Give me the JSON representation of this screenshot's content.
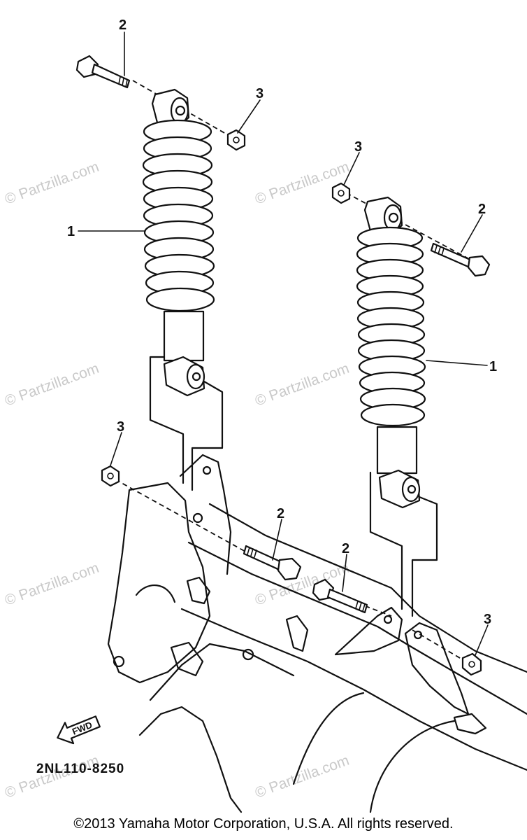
{
  "watermark": "© Partzilla.com",
  "diagram_code": "2NL110-8250",
  "fwd_label": "FWD",
  "copyright": "©2013  Yamaha Motor Corporation, U.S.A. All rights reserved.",
  "callouts": {
    "left_bolt_top": "2",
    "left_nut_top": "3",
    "left_shock": "1",
    "right_nut_top": "3",
    "right_bolt_top": "2",
    "right_shock": "1",
    "left_nut_bottom": "3",
    "center_bolt_left": "2",
    "center_bolt_right": "2",
    "right_nut_bottom": "3"
  }
}
